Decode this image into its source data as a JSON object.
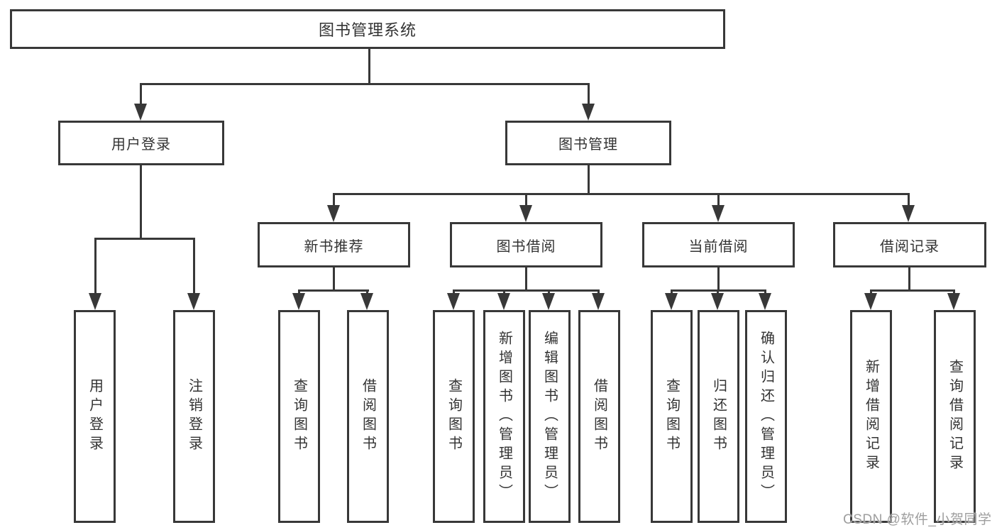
{
  "diagram": {
    "type": "hierarchy-tree",
    "nodes": {
      "root": "图书管理系统",
      "user_login": "用户登录",
      "book_management": "图书管理",
      "new_book_recommend": "新书推荐",
      "book_borrow": "图书借阅",
      "current_borrow": "当前借阅",
      "borrow_records": "借阅记录"
    },
    "leaves": {
      "user_login": [
        "用户登录",
        "注销登录"
      ],
      "new_book_recommend": [
        "查询图书",
        "借阅图书"
      ],
      "book_borrow": [
        "查询图书",
        "新增图书（管理员）",
        "编辑图书（管理员）",
        "借阅图书"
      ],
      "current_borrow": [
        "查询图书",
        "归还图书",
        "确认归还（管理员）"
      ],
      "borrow_records": [
        "新增借阅记录",
        "查询借阅记录"
      ]
    },
    "watermark": "CSDN @软件_小贺同学",
    "colors": {
      "line": "#383838",
      "text": "#333333",
      "watermark": "#9e9e9e",
      "background": "#ffffff"
    }
  }
}
